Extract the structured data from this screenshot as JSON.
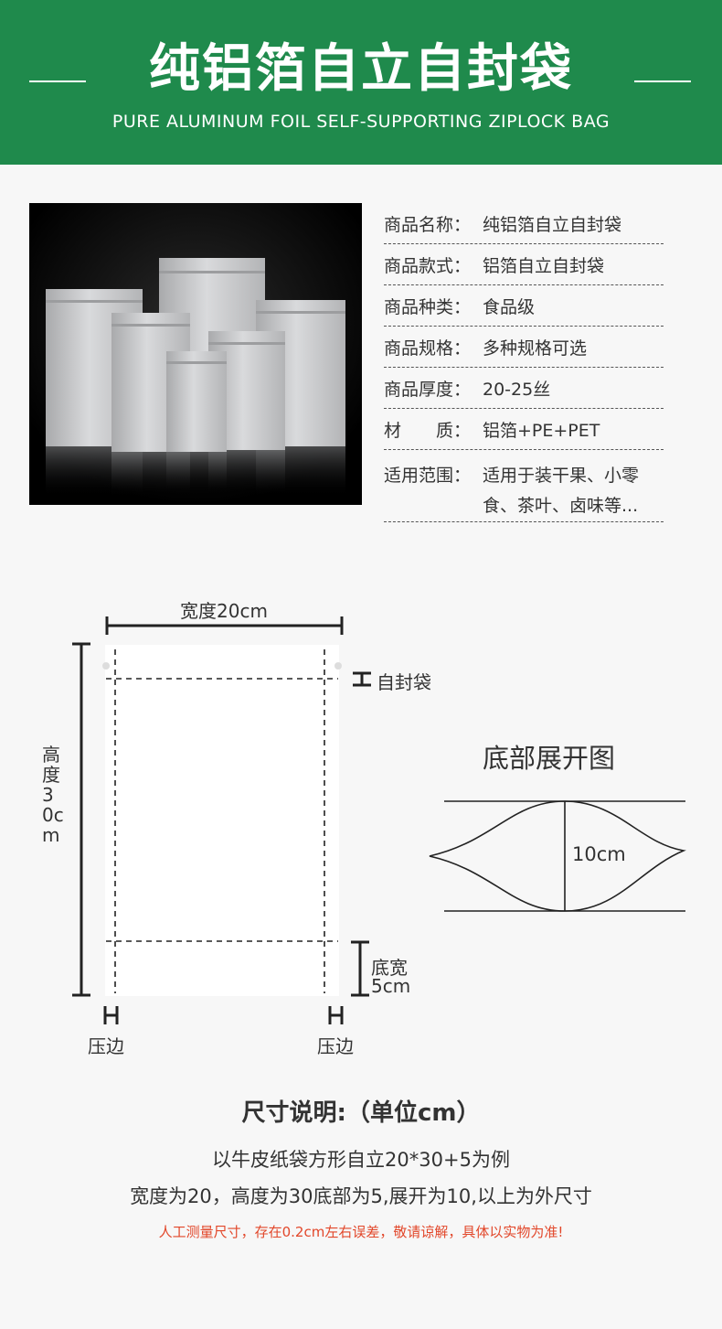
{
  "banner": {
    "title": "纯铝箔自立自封袋",
    "subtitle": "PURE ALUMINUM FOIL SELF-SUPPORTING ZIPLOCK BAG",
    "color": "#1f8a4c"
  },
  "specs": [
    {
      "key": "商品名称：",
      "value": "纯铝箔自立自封袋"
    },
    {
      "key": "商品款式：",
      "value": "铝箔自立自封袋"
    },
    {
      "key": "商品种类：",
      "value": "食品级"
    },
    {
      "key": "商品规格：",
      "value": "多种规格可选"
    },
    {
      "key": "商品厚度：",
      "value": "20-25丝"
    },
    {
      "key": "材　　质：",
      "value": "铝箔+PE+PET"
    },
    {
      "key": "适用范围：",
      "value": "适用于装干果、小零",
      "value2": "食、茶叶、卤味等..."
    }
  ],
  "diagram": {
    "width_label": "宽度20cm",
    "height_label": "高度30cm",
    "zip_label": "自封袋",
    "bottom_label_1": "底宽",
    "bottom_label_2": "5cm",
    "press_edge_label": "压边",
    "unfold_title": "底部展开图",
    "unfold_label": "10cm"
  },
  "dimensions": {
    "title": "尺寸说明:（单位cm）",
    "line1": "以牛皮纸袋方形自立20*30+5为例",
    "line2": "宽度为20，高度为30底部为5,展开为10,以上为外尺寸",
    "disclaimer": "人工测量尺寸，存在0.2cm左右误差，敬请谅解，具体以实物为准!",
    "disclaimer_color": "#e2472a"
  }
}
